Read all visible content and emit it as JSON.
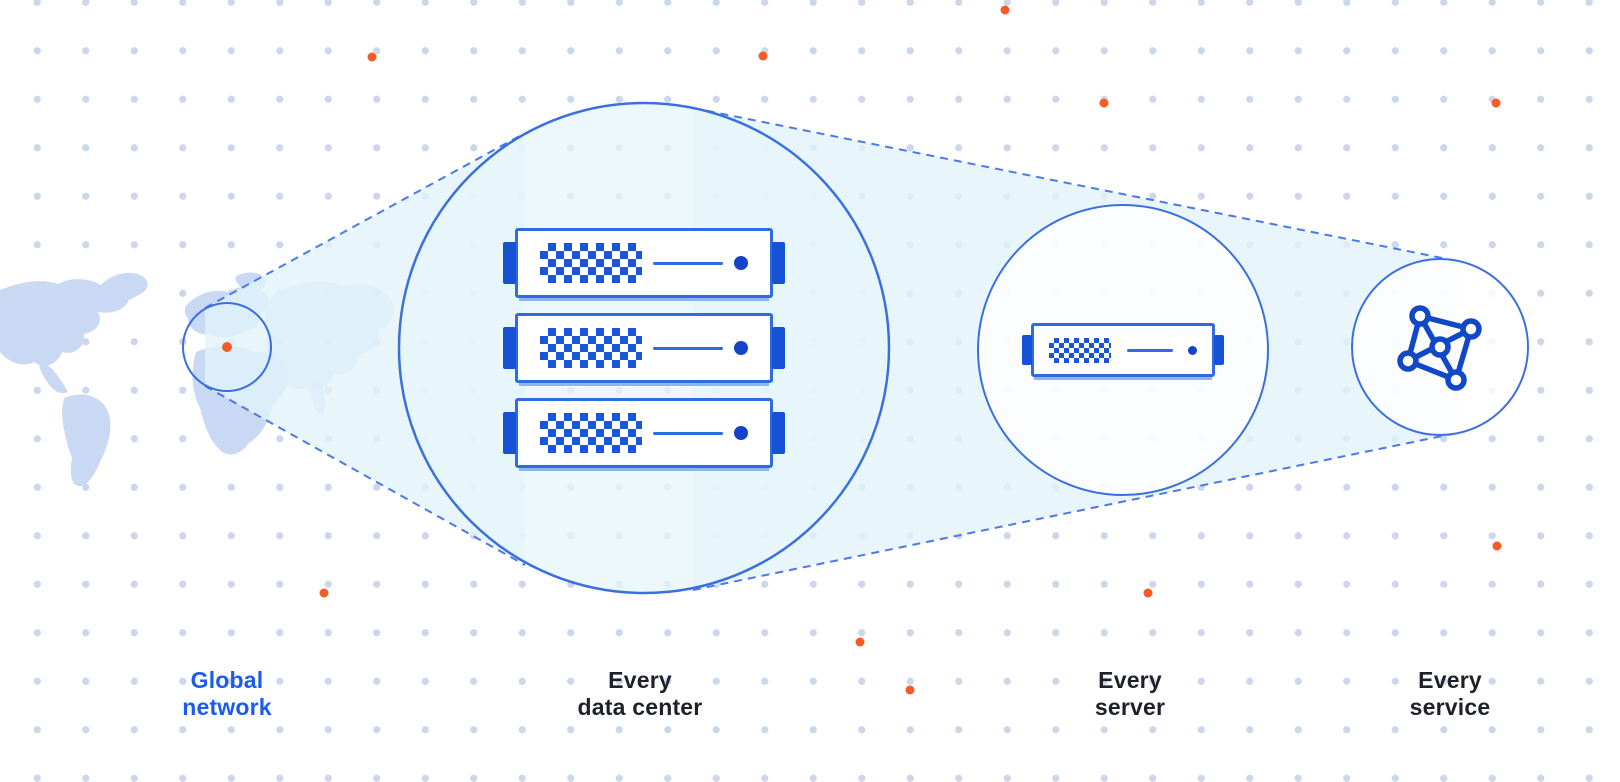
{
  "diagram": {
    "title": "global network zoom diagram",
    "stages": [
      {
        "id": "global-network",
        "label": "Global\nnetwork"
      },
      {
        "id": "data-center",
        "label": "Every\ndata center"
      },
      {
        "id": "server",
        "label": "Every\nserver"
      },
      {
        "id": "service",
        "label": "Every\nservice"
      }
    ],
    "icons": [
      "world-map-icon",
      "map-marker-dot",
      "rack-server-icon",
      "server-icon",
      "mesh-network-icon",
      "accent-dot"
    ],
    "colors": {
      "stroke_blue": "#3b6fe0",
      "dark_blue": "#1553d4",
      "indicator_blue": "#1243c8",
      "beam_fill": "#e4f4fa",
      "map_fill": "#c9d8f3",
      "grid_dot": "#cdd7ea",
      "accent_orange": "#f65b26",
      "label_dark": "#1e2228",
      "label_blue": "#1b5bf0",
      "background": "#ffffff"
    }
  }
}
